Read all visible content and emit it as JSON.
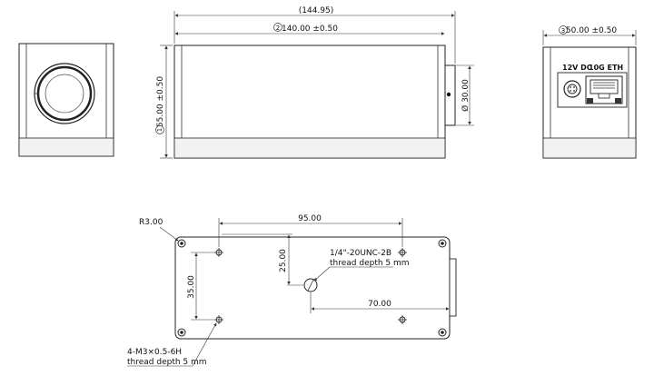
{
  "front_view": {},
  "side_view": {
    "overall_length": "(144.95)",
    "body_length_marker": "2",
    "body_length": "140.00 ±0.50",
    "height_marker": "1",
    "height": "55.00 ±0.50",
    "lens_mount_diameter": "Ø 30.00"
  },
  "rear_view": {
    "width_marker": "3",
    "width": "50.00 ±0.50",
    "power_label": "12V DC",
    "ethernet_label": "10G ETH"
  },
  "bottom_view": {
    "corner_radius": "R3.00",
    "hole_spacing_x": "95.00",
    "tripod_offset_y": "25.00",
    "hole_spacing_y": "35.00",
    "tripod_offset_x": "70.00",
    "tripod_thread": "1/4\"-20UNC-2B",
    "tripod_depth": "thread depth 5 mm",
    "mount_thread": "4-M3×0.5-6H",
    "mount_depth": "thread depth 5 mm"
  }
}
